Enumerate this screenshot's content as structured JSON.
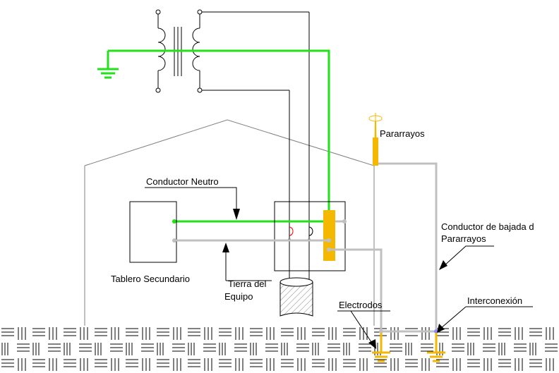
{
  "labels": {
    "pararrayos": "Pararrayos",
    "conductor_neutro": "Conductor Neutro",
    "conductor_bajada_line1": "Conductor de bajada d",
    "conductor_bajada_line2": "Pararrayos",
    "tablero_secundario": "Tablero Secundario",
    "tierra_equipo_line1": "Tierra del",
    "tierra_equipo_line2": "Equipo",
    "electrodos": "Electrodos",
    "interconexion": "Interconexión"
  },
  "colors": {
    "ground_conductor": "#22e01a",
    "protective_conductor": "#c0c0c0",
    "lightning_rod": "#f5b800",
    "outline": "#000000",
    "building": "#808080"
  }
}
